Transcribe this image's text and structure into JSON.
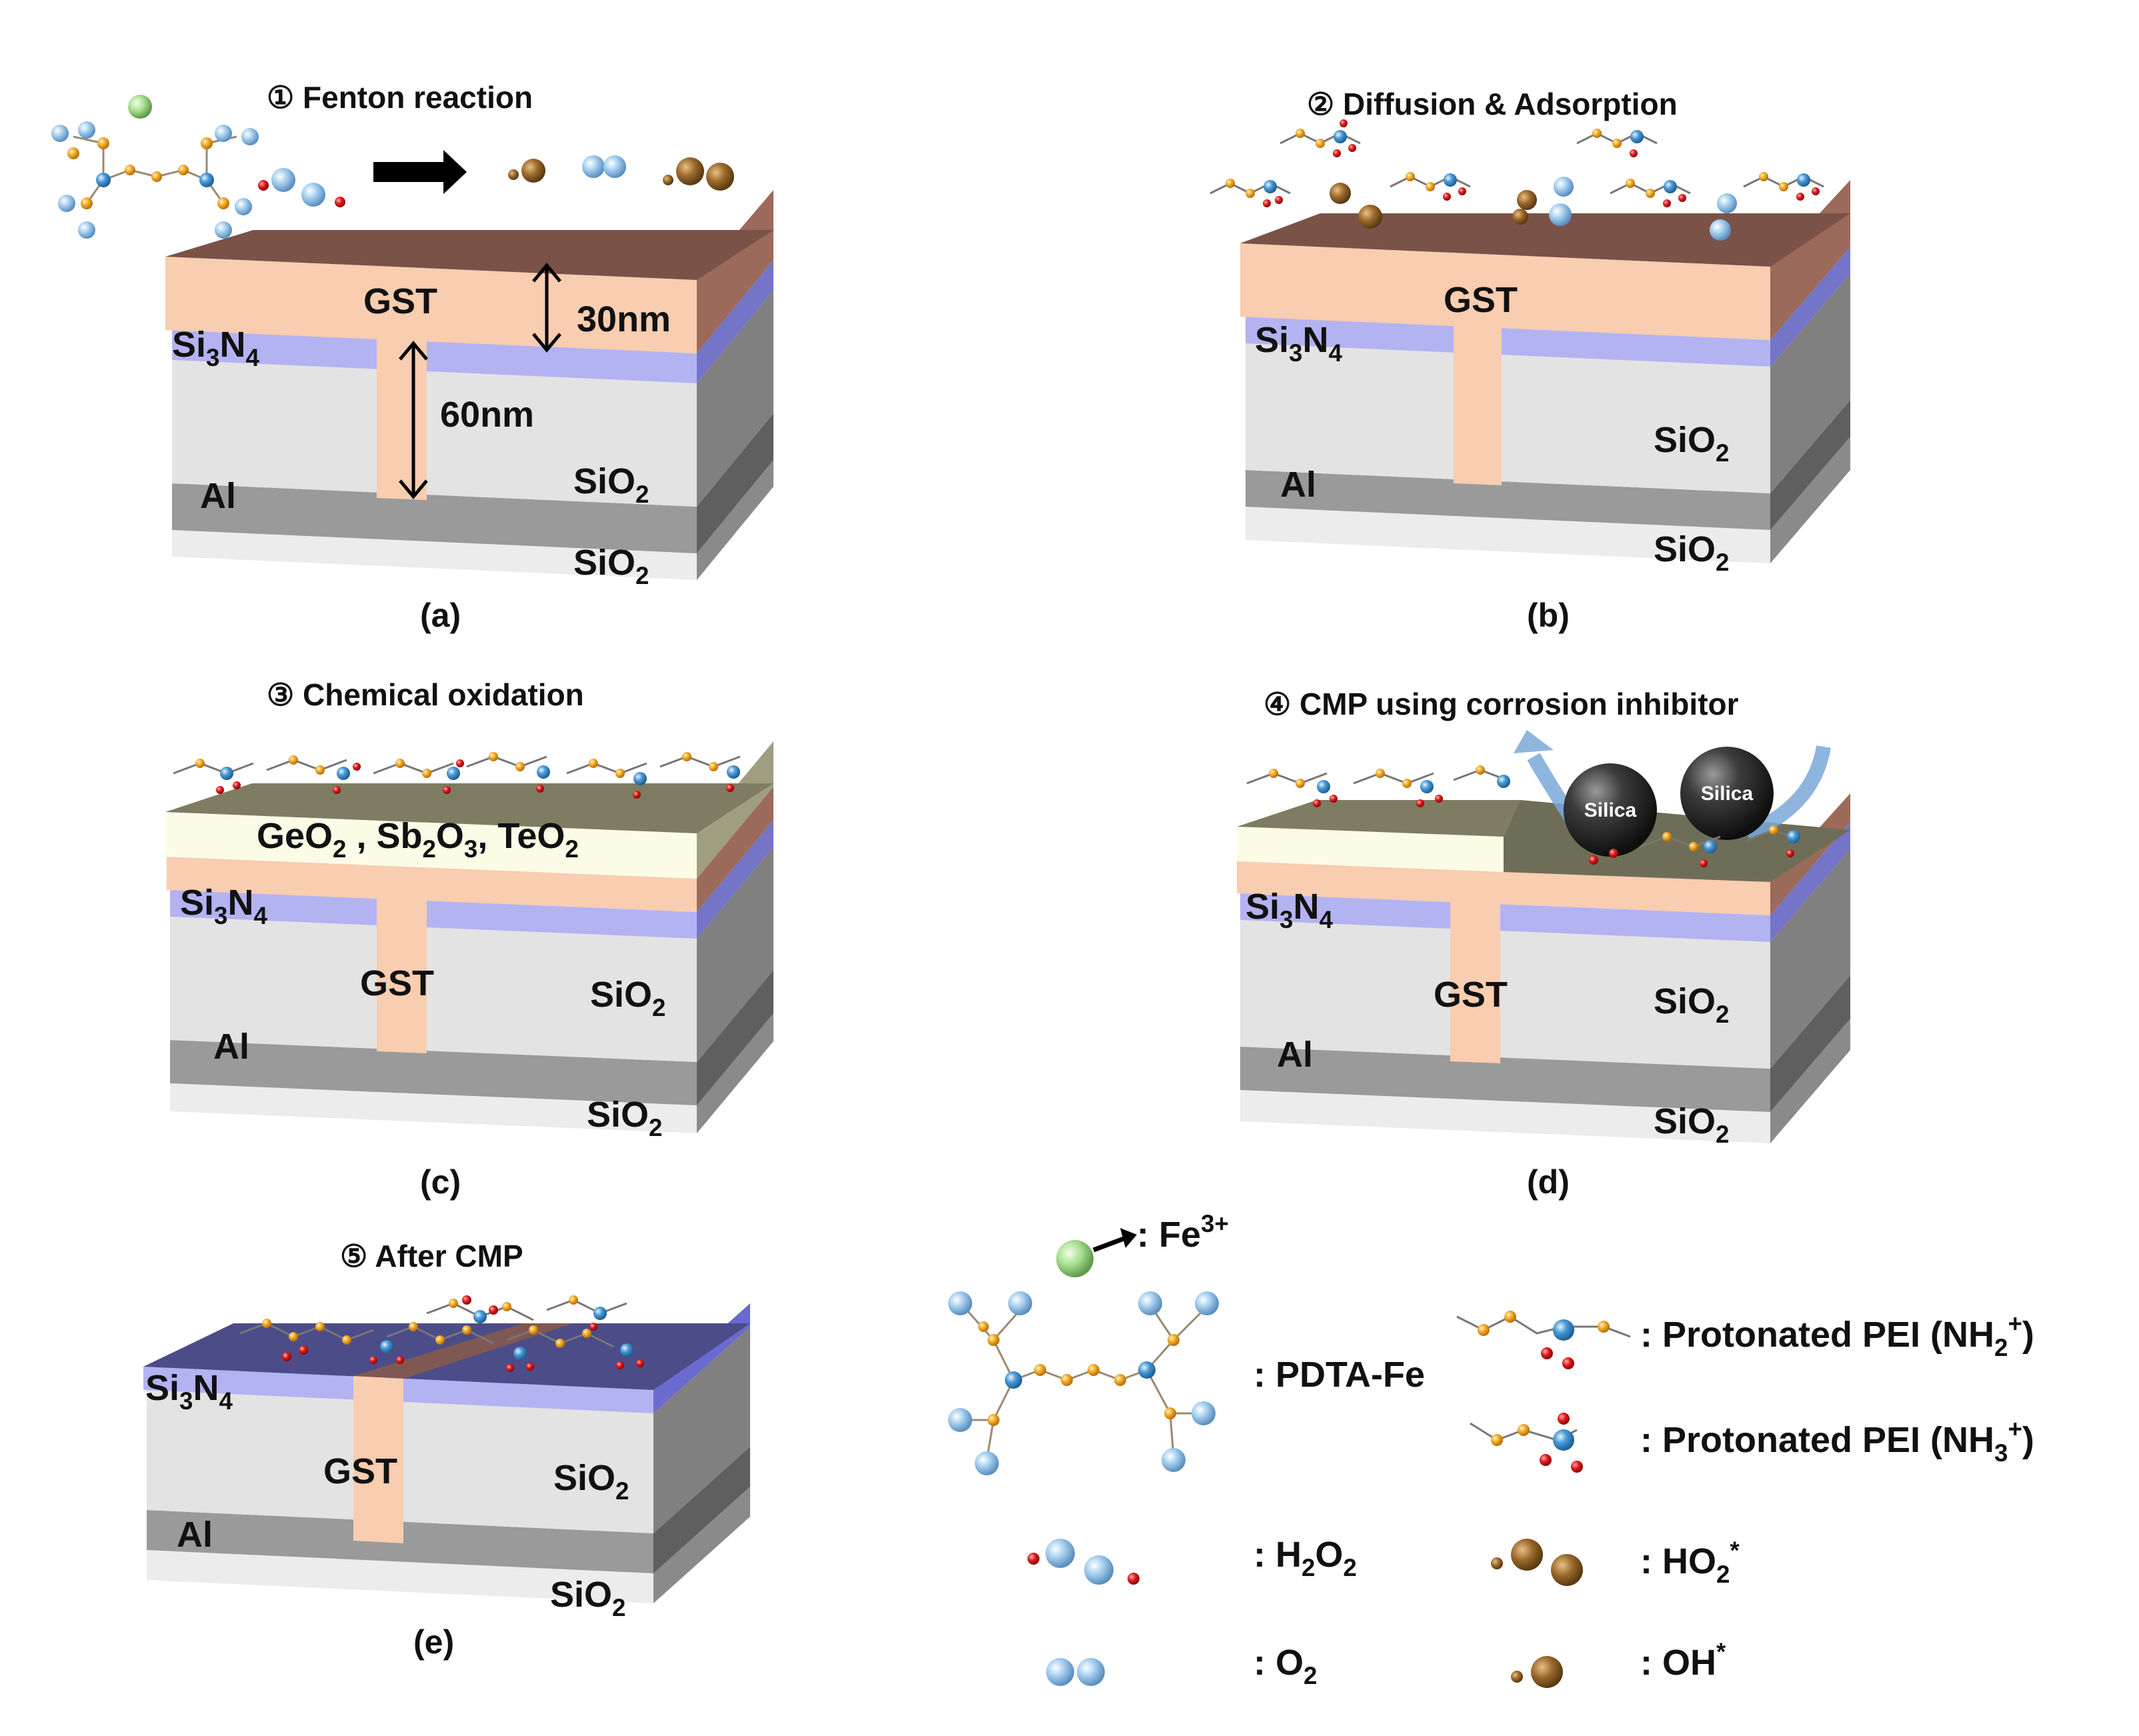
{
  "colors": {
    "gst_front": "#f8cdb0",
    "gst_top": "#7a5248",
    "gst_side": "#9c6a5a",
    "si3n4_front": "#b3b3f2",
    "si3n4_side": "#7474c8",
    "sio2_front": "#e3e3e3",
    "sio2_side": "#808080",
    "al_front": "#9a9a9a",
    "al_side": "#5f5f5f",
    "bottom_sio2_front": "#ececec",
    "oxide_front": "#fcfbe6",
    "oxide_top": "#7e7c62",
    "polished_top": "#4c4c88",
    "silica": "#3a3a3a",
    "fe3": "#9fdc8a",
    "molecule_blue": "#8ec0e8",
    "molecule_orange": "#f0a020",
    "molecule_red": "#d81010",
    "radical_brown": "#9c6a2c",
    "arrow_blue": "#7aa8d8"
  },
  "panels": {
    "a": {
      "title": "① Fenton reaction",
      "caption": "(a)",
      "gst": "GST",
      "si3n4": {
        "main": "Si",
        "s1": "3",
        "mid": "N",
        "s2": "4"
      },
      "al": "Al",
      "sio2_mid": {
        "main": "SiO",
        "sub": "2"
      },
      "sio2_bottom": {
        "main": "SiO",
        "sub": "2"
      },
      "thickness_top": "30nm",
      "thickness_plug": "60nm"
    },
    "b": {
      "title": "② Diffusion & Adsorption",
      "caption": "(b)",
      "gst": "GST",
      "si3n4": {
        "main": "Si",
        "s1": "3",
        "mid": "N",
        "s2": "4"
      },
      "al": "Al",
      "sio2_mid": {
        "main": "SiO",
        "sub": "2"
      },
      "sio2_bottom": {
        "main": "SiO",
        "sub": "2"
      }
    },
    "c": {
      "title": "③ Chemical oxidation",
      "caption": "(c)",
      "oxide": {
        "p1": "GeO",
        "s1": "2",
        "p2": " , Sb",
        "s2": "2",
        "p3": "O",
        "s3": "3",
        "p4": ", TeO",
        "s4": "2"
      },
      "gst": "GST",
      "si3n4": {
        "main": "Si",
        "s1": "3",
        "mid": "N",
        "s2": "4"
      },
      "al": "Al",
      "sio2_mid": {
        "main": "SiO",
        "sub": "2"
      },
      "sio2_bottom": {
        "main": "SiO",
        "sub": "2"
      }
    },
    "d": {
      "title": "④ CMP using corrosion inhibitor",
      "caption": "(d)",
      "silica_label": "Silica",
      "gst": "GST",
      "si3n4": {
        "main": "Si",
        "s1": "3",
        "mid": "N",
        "s2": "4"
      },
      "al": "Al",
      "sio2_mid": {
        "main": "SiO",
        "sub": "2"
      },
      "sio2_bottom": {
        "main": "SiO",
        "sub": "2"
      }
    },
    "e": {
      "title": "⑤ After CMP",
      "caption": "(e)",
      "gst": "GST",
      "si3n4": {
        "main": "Si",
        "s1": "3",
        "mid": "N",
        "s2": "4"
      },
      "al": "Al",
      "sio2_mid": {
        "main": "SiO",
        "sub": "2"
      },
      "sio2_bottom": {
        "main": "SiO",
        "sub": "2"
      }
    }
  },
  "legend": {
    "fe": {
      "text": ": Fe",
      "sup": "3+"
    },
    "pdta": ": PDTA-Fe",
    "pei_nh2": {
      "p1": ": Protonated PEI (NH",
      "sub": "2",
      "sup": "+",
      "p2": ")"
    },
    "pei_nh3": {
      "p1": ": Protonated PEI (NH",
      "sub": "3",
      "sup": "+",
      "p2": ")"
    },
    "h2o2": {
      "p1": ": H",
      "s1": "2",
      "p2": "O",
      "s2": "2"
    },
    "ho2": {
      "p1": ": HO",
      "sub": "2",
      "sup": "*"
    },
    "o2": {
      "p1": ": O",
      "sub": "2"
    },
    "oh": {
      "p1": ": OH",
      "sup": "*"
    }
  }
}
